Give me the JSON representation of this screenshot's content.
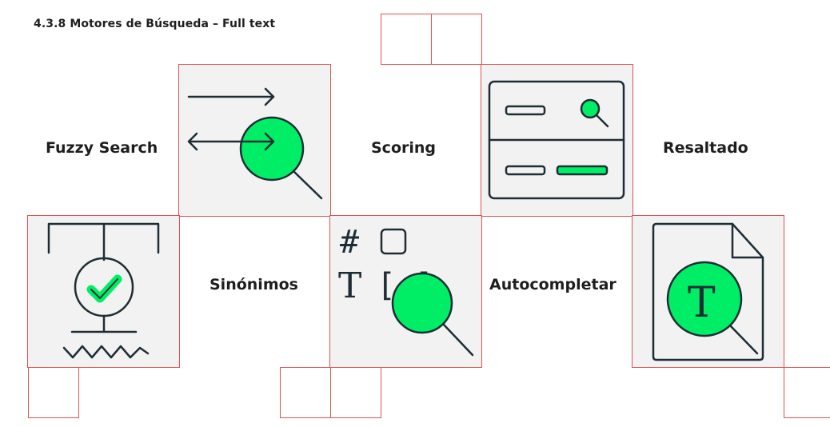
{
  "heading": "4.3.8  Motores de Búsqueda – Full text",
  "features": {
    "fuzzy_search": "Fuzzy Search",
    "scoring": "Scoring",
    "resaltado": "Resaltado",
    "sinonimos": "Sinónimos",
    "autocompletar": "Autocompletar"
  },
  "icons": {
    "fuzzy": "arrows-magnifier-icon",
    "scoring": "search-results-panel-icon",
    "synonyms": "balance-check-icon",
    "autocomplete": "symbols-magnifier-icon",
    "highlight": "document-magnifier-icon"
  },
  "colors": {
    "accent": "#00ee66",
    "ink": "#1e2d35",
    "grid_line": "#e05252",
    "tile_bg": "#f2f2f2"
  },
  "icon_glyphs": {
    "hash": "#",
    "letter_t": "T",
    "brackets": "[ ]"
  }
}
